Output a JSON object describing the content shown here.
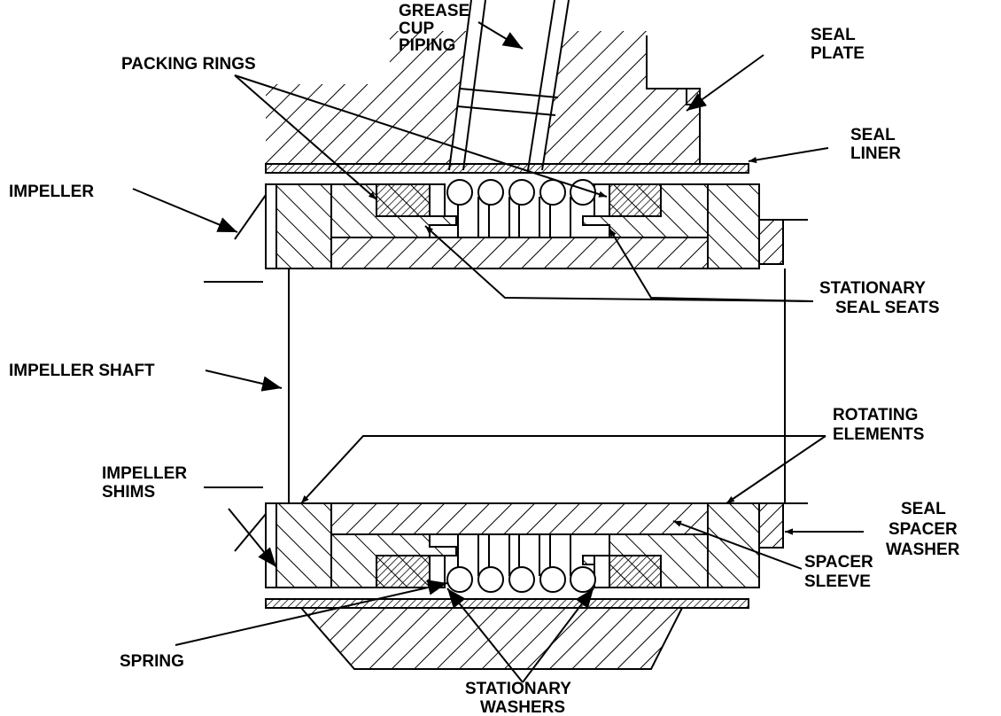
{
  "colors": {
    "ink": "#000000",
    "paper": "#ffffff"
  },
  "labels": {
    "grease_cup_piping": [
      "GREASE",
      "CUP",
      "PIPING"
    ],
    "seal_plate": [
      "SEAL",
      "PLATE"
    ],
    "packing_rings": [
      "PACKING RINGS"
    ],
    "seal_liner": [
      "SEAL",
      "LINER"
    ],
    "impeller": [
      "IMPELLER"
    ],
    "stationary_seal_seats": [
      "STATIONARY",
      "SEAL SEATS"
    ],
    "impeller_shaft": [
      "IMPELLER SHAFT"
    ],
    "rotating_elements": [
      "ROTATING",
      "ELEMENTS"
    ],
    "impeller_shims": [
      "IMPELLER",
      "SHIMS"
    ],
    "seal_spacer_washer": [
      "SEAL",
      "SPACER",
      "WASHER"
    ],
    "spacer_sleeve": [
      "SPACER",
      "SLEEVE"
    ],
    "spring": [
      "SPRING"
    ],
    "stationary_washers": [
      "STATIONARY",
      "WASHERS"
    ]
  }
}
